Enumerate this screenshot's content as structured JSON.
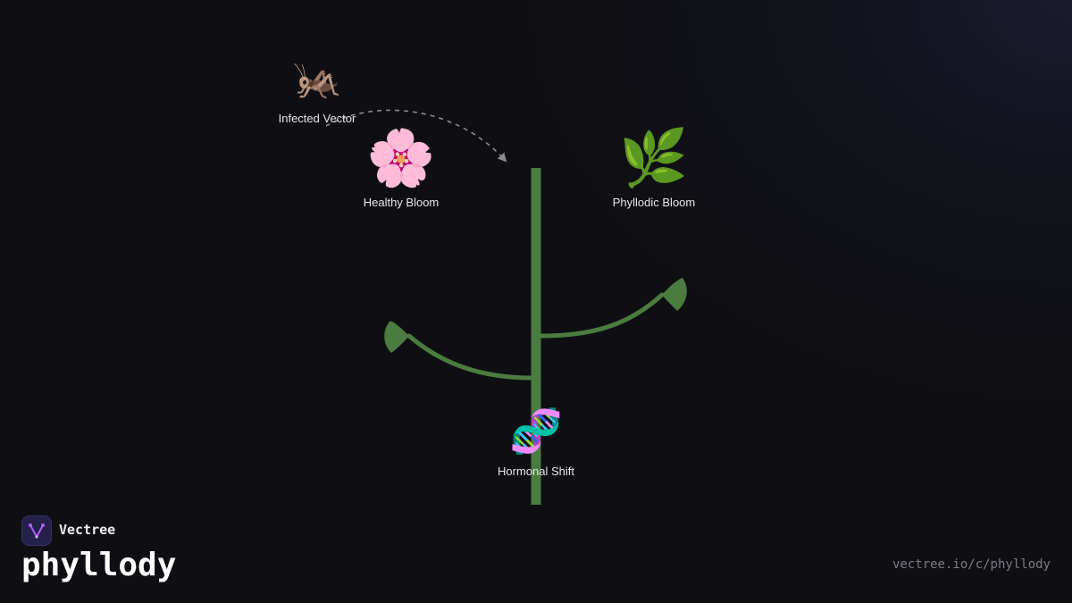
{
  "brand": {
    "name": "Vectree",
    "logo_icon": "vectree-logo-icon",
    "logo_color": "#23204a",
    "logo_accent": "#b25cff"
  },
  "title": "phyllody",
  "source_url": "vectree.io/c/phyllody",
  "colors": {
    "background": "#0f0f13",
    "stem": "#4a7c3f",
    "arrow": "#8a8a8f",
    "label": "#e6e6ea",
    "url": "#7b7b86"
  },
  "nodes": [
    {
      "id": "infected-vector",
      "icon": "cricket-icon",
      "emoji": "🦗",
      "label": "Infected Vector"
    },
    {
      "id": "healthy-bloom",
      "icon": "cherry-blossom-icon",
      "emoji": "🌸",
      "label": "Healthy Bloom"
    },
    {
      "id": "phyllodic-bloom",
      "icon": "herb-icon",
      "emoji": "🌿",
      "label": "Phyllodic Bloom"
    },
    {
      "id": "hormonal-shift",
      "icon": "dna-icon",
      "emoji": "🧬",
      "label": "Hormonal Shift"
    }
  ],
  "edges": [
    {
      "from": "infected-vector",
      "to": "plant-stem",
      "style": "dashed-arrow"
    }
  ]
}
